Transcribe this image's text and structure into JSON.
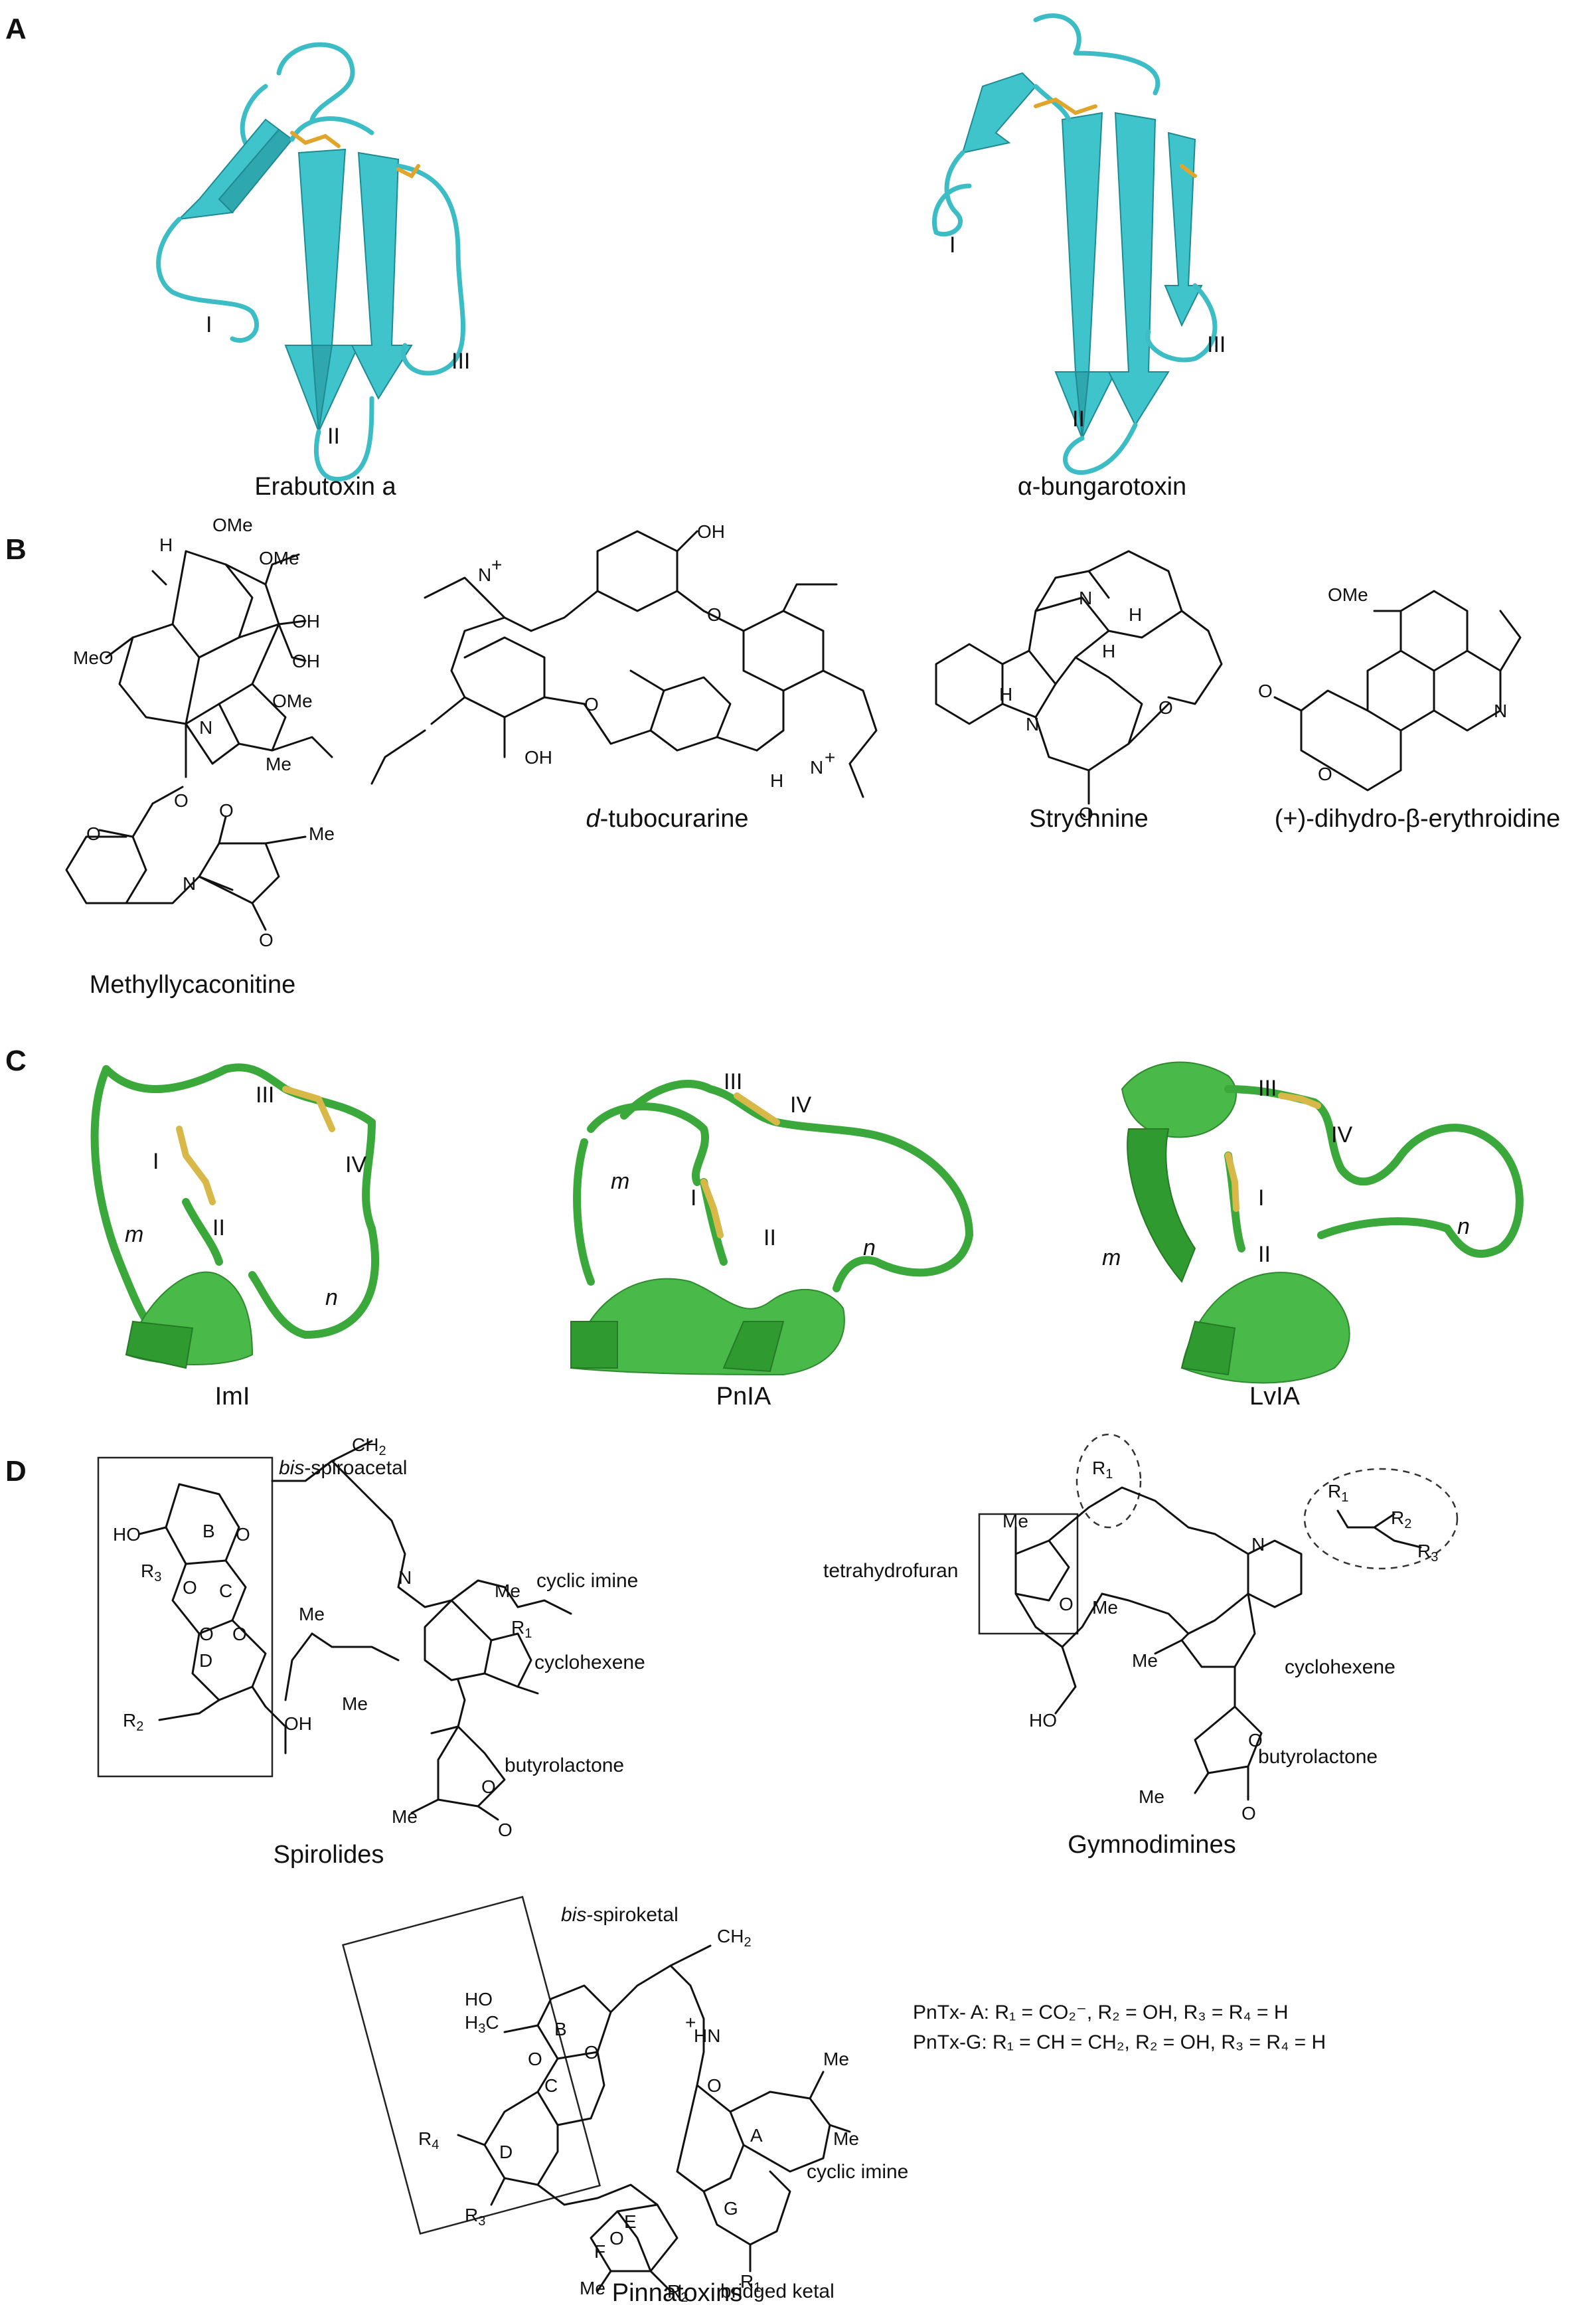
{
  "panels": {
    "A": {
      "letter": "A",
      "structures": [
        {
          "caption": "Erabutoxin a",
          "loops": [
            "I",
            "II",
            "III"
          ]
        },
        {
          "caption": "α-bungarotoxin",
          "loops": [
            "I",
            "II",
            "III"
          ]
        }
      ]
    },
    "B": {
      "letter": "B",
      "compounds": [
        {
          "caption": "Methyllycaconitine",
          "atoms": [
            "H",
            "OMe",
            "OMe",
            "OH",
            "OH",
            "MeO",
            "OMe",
            "N",
            "Me",
            "O",
            "O",
            "O",
            "N",
            "O",
            "Me"
          ]
        },
        {
          "caption_prefix": "d",
          "caption_rest": "-tubocurarine",
          "atoms": [
            "OH",
            "N",
            "+",
            "O",
            "O",
            "OH",
            "N",
            "+",
            "H"
          ]
        },
        {
          "caption": "Strychnine",
          "atoms": [
            "N",
            "H",
            "H",
            "H",
            "N",
            "O",
            "O"
          ]
        },
        {
          "caption": "(+)-dihydro-β-erythroidine",
          "atoms": [
            "OMe",
            "O",
            "O",
            "N"
          ]
        }
      ]
    },
    "C": {
      "letter": "C",
      "peptides": [
        {
          "caption": "ImI",
          "labels": [
            "I",
            "II",
            "III",
            "IV",
            "m",
            "n"
          ]
        },
        {
          "caption": "PnIA",
          "labels": [
            "I",
            "II",
            "III",
            "IV",
            "m",
            "n"
          ]
        },
        {
          "caption": "LvIA",
          "labels": [
            "I",
            "II",
            "III",
            "IV",
            "m",
            "n"
          ]
        }
      ]
    },
    "D": {
      "letter": "D",
      "spirolides": {
        "caption": "Spirolides",
        "note_prefix": "bis",
        "note_rest": "-spiroacetal",
        "rings": [
          "B",
          "C",
          "D"
        ],
        "atoms": [
          "HO",
          "O",
          "O",
          "O",
          "O",
          "N",
          "Me",
          "Me",
          "Me",
          "OH",
          "O",
          "O",
          "Me"
        ],
        "r_groups": {
          "r1": "R",
          "r1_sub": "1",
          "r2": "R",
          "r2_sub": "2",
          "r3": "R",
          "r3_sub": "3"
        },
        "ch2": "CH",
        "ch2_sub": "2",
        "notes": [
          "cyclic imine",
          "cyclohexene",
          "butyrolactone"
        ]
      },
      "gymnodimines": {
        "caption": "Gymnodimines",
        "atoms": [
          "Me",
          "O",
          "Me",
          "N",
          "HO",
          "Me",
          "O",
          "O",
          "Me"
        ],
        "r_groups": {
          "r1": "R",
          "r1_sub": "1",
          "r1b": "R",
          "r1b_sub": "1",
          "r2": "R",
          "r2_sub": "2",
          "r3": "R",
          "r3_sub": "3"
        },
        "notes": [
          "tetrahydrofuran",
          "cyclohexene",
          "butyrolactone"
        ]
      },
      "pinnatoxins": {
        "caption": "Pinnatoxins",
        "note_prefix": "bis",
        "note_rest": "-spiroketal",
        "rings": [
          "A",
          "B",
          "C",
          "D",
          "E",
          "F",
          "G"
        ],
        "atoms": [
          "HO",
          "H",
          "3",
          "C",
          "O",
          "O",
          "+",
          "HN",
          "Me",
          "Me",
          "O",
          "O",
          "Me"
        ],
        "r_groups": {
          "r1": "R",
          "r1_sub": "1",
          "r2": "R",
          "r2_sub": "2",
          "r3": "R",
          "r3_sub": "3",
          "r4": "R",
          "r4_sub": "4"
        },
        "ch2": "CH",
        "ch2_sub": "2",
        "notes": [
          "cyclic imine",
          "bridged ketal"
        ],
        "formulas": [
          "PnTx- A: R₁ = CO₂⁻, R₂ = OH, R₃ = R₄ = H",
          "PnTx-G: R₁ = CH = CH₂, R₂ = OH, R₃ = R₄ = H"
        ]
      }
    }
  }
}
